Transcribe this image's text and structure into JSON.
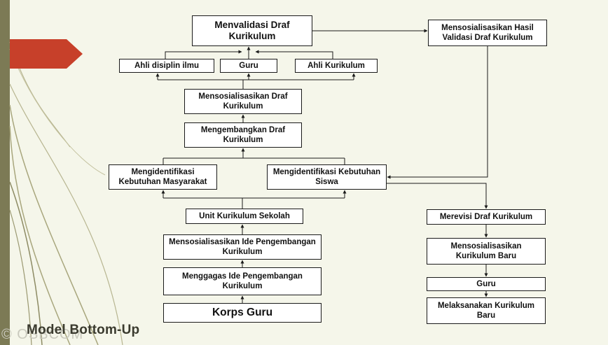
{
  "title": "Model Bottom-Up",
  "watermark": "© OSBCOM",
  "colors": {
    "background": "#f5f6ea",
    "accent_arrow": "#c7402a",
    "line": "#1a1a1a"
  },
  "nodes": {
    "validasi": "Menvalidasi Draf Kurikulum",
    "sosialisasi_hasil": "Mensosialisasikan Hasil Validasi Draf Kurikulum",
    "ahli_disiplin": "Ahli disiplin ilmu",
    "guru_top": "Guru",
    "ahli_kurikulum": "Ahli Kurikulum",
    "sosialisasi_draf": "Mensosialisasikan Draf Kurikulum",
    "kembangkan_draf": "Mengembangkan Draf Kurikulum",
    "identifikasi_masyarakat": "Mengidentifikasi Kebutuhan Masyarakat",
    "identifikasi_siswa": "Mengidentifikasi Kebutuhan Siswa",
    "unit_kurikulum": "Unit Kurikulum Sekolah",
    "sosialisasi_ide": "Mensosialisasikan Ide Pengembangan Kurikulum",
    "gagas_ide": "Menggagas Ide Pengembangan Kurikulum",
    "korps_guru": "Korps Guru",
    "revisi_draf": "Merevisi Draf Kurikulum",
    "sosialisasi_baru": "Mensosialisasikan Kurikulum Baru",
    "guru_right": "Guru",
    "laksanakan": "Melaksanakan Kurikulum Baru"
  }
}
